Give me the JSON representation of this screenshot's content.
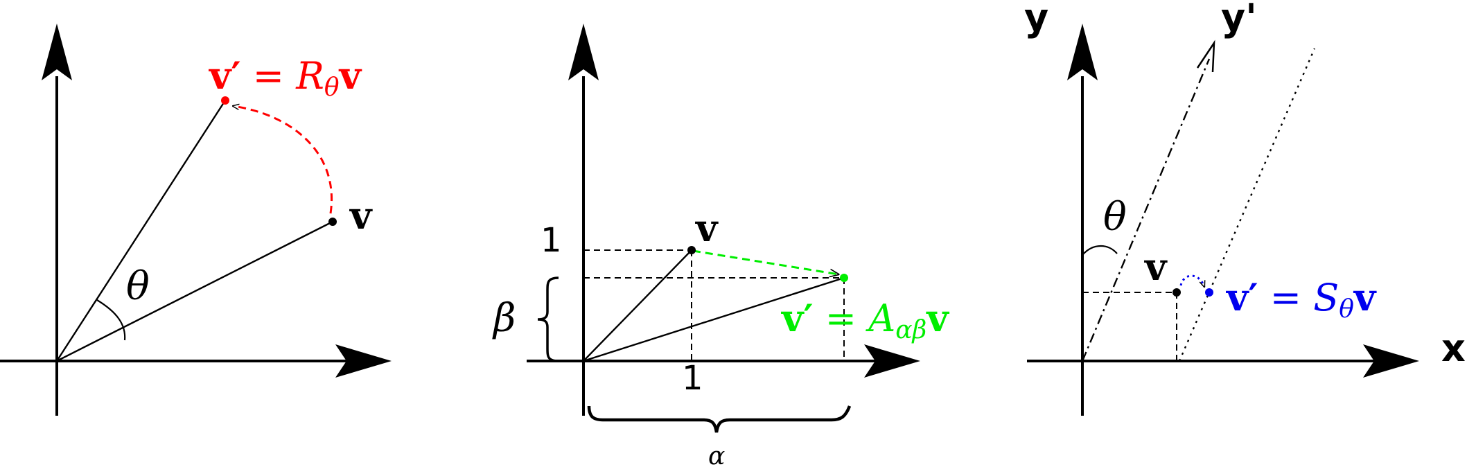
{
  "panels": [
    {
      "id": "rotation",
      "vector_label": "v",
      "result_label_vec": "v′",
      "result_label_eq": " = ",
      "result_label_op": "R",
      "result_label_sub": "θ",
      "result_label_tail": "v",
      "angle_label": "θ",
      "color": "#ff0000"
    },
    {
      "id": "scaling",
      "vector_label": "v",
      "tick_y": "1",
      "tick_x": "1",
      "beta_label": "β",
      "alpha_label": "α",
      "result_label_vec": "v′",
      "result_label_eq": " = ",
      "result_label_op": "A",
      "result_label_sub": "αβ",
      "result_label_tail": "v",
      "color": "#00ee00"
    },
    {
      "id": "shear",
      "axis_y": "y",
      "axis_y_prime": "y'",
      "axis_x": "x",
      "vector_label": "v",
      "angle_label": "θ",
      "result_label_vec": "v′",
      "result_label_eq": " = ",
      "result_label_op": "S",
      "result_label_sub": "θ",
      "result_label_tail": "v",
      "color": "#0000ee"
    }
  ]
}
